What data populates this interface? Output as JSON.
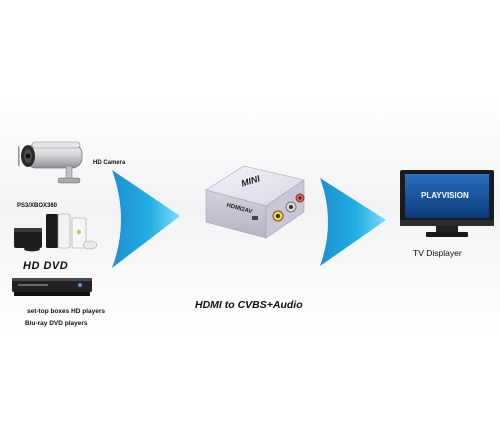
{
  "diagram": {
    "sources": [
      {
        "id": "camera",
        "label": "HD Camera",
        "icon": "security-camera-icon"
      },
      {
        "id": "consoles",
        "label": "PS3/XBOX360",
        "icon": "game-console-icon"
      },
      {
        "id": "dvd",
        "logo": "HD DVD",
        "label_line1": "set-top boxes  HD players",
        "label_line2": "Blu-ray DVD players",
        "icon": "dvd-player-icon"
      }
    ],
    "converter": {
      "top_text": "MINI",
      "side_text": "HDMI2AV",
      "icon": "converter-box-icon"
    },
    "caption": "HDMI to CVBS+Audio",
    "display": {
      "label": "TV Displayer",
      "screen_text": "PLAYVISION",
      "icon": "tv-icon"
    },
    "colors": {
      "arrow": "#1aa0d8",
      "arrow_light": "#5fd0f5",
      "screen": "#1a5aa8"
    }
  }
}
